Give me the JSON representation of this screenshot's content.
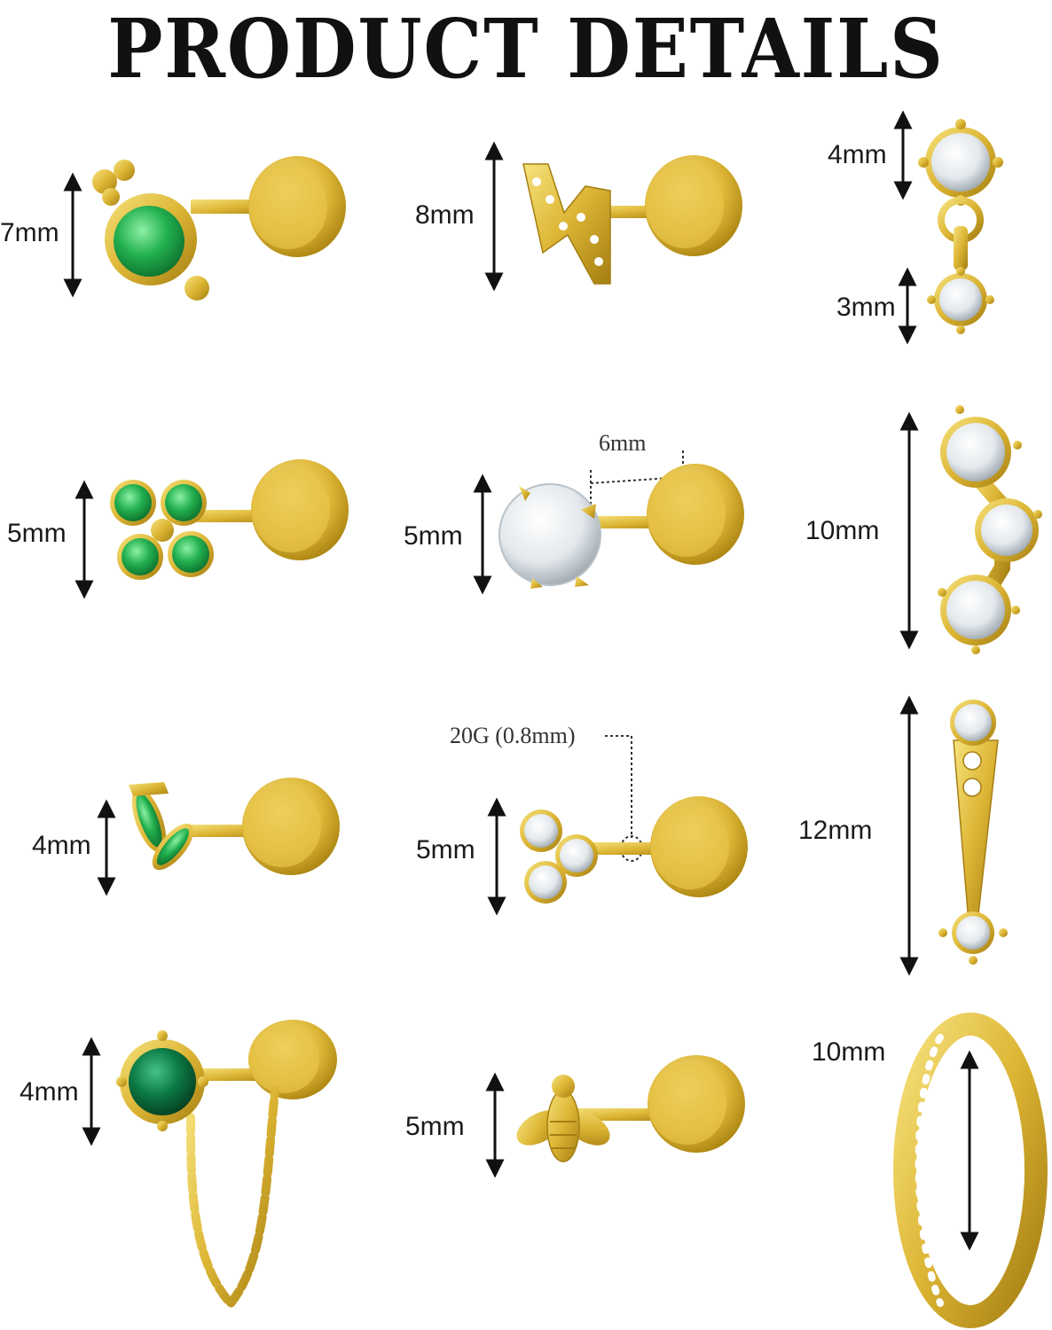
{
  "page": {
    "title": "PRODUCT DETAILS",
    "colors": {
      "gold": "#d9b331",
      "gold_dark": "#a47e12",
      "gold_light": "#f3dc72",
      "green": "#1fa34a",
      "emerald": "#0b6b3c",
      "crystal": "#e9eef2"
    }
  },
  "items": [
    {
      "name": "green-cz-cluster-stud",
      "size": "7mm"
    },
    {
      "name": "lightning-bolt-stud",
      "size": "8mm"
    },
    {
      "name": "double-cz-dangle",
      "size_top": "4mm",
      "size_bottom": "3mm"
    },
    {
      "name": "green-clover-stud",
      "size": "5mm"
    },
    {
      "name": "round-cz-stud",
      "size": "5mm",
      "bar_length": "6mm"
    },
    {
      "name": "triple-cz-climber",
      "size": "10mm"
    },
    {
      "name": "green-marquise-leaf-stud",
      "size": "4mm"
    },
    {
      "name": "trinity-cz-stud",
      "size": "5mm",
      "gauge": "20G (0.8mm)"
    },
    {
      "name": "front-back-cz-jacket",
      "size": "12mm"
    },
    {
      "name": "emerald-chain-stud",
      "size": "4mm"
    },
    {
      "name": "bee-stud",
      "size": "5mm"
    },
    {
      "name": "cz-huggie-hoop",
      "size": "10mm"
    }
  ]
}
